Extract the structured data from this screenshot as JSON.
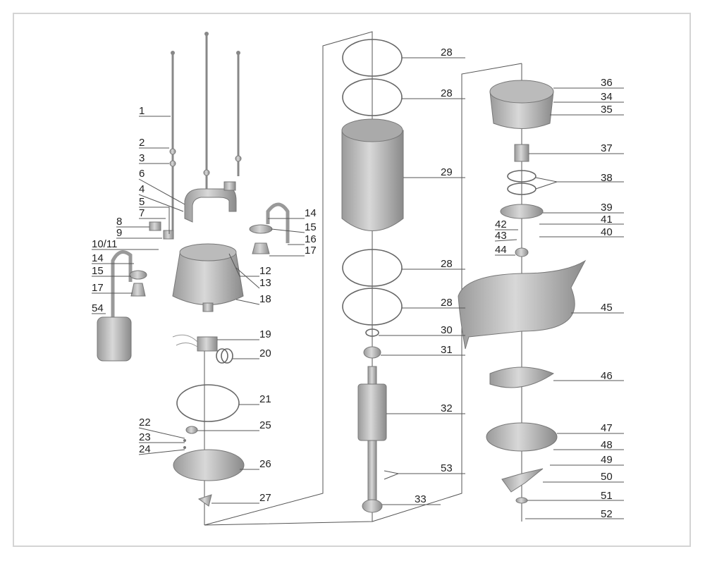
{
  "diagram": {
    "type": "exploded parts diagram",
    "labels": [
      "1",
      "2",
      "3",
      "6",
      "4",
      "5",
      "7",
      "8",
      "9",
      "10/11",
      "14",
      "15",
      "17",
      "54",
      "12",
      "13",
      "18",
      "14",
      "15",
      "16",
      "17",
      "19",
      "20",
      "21",
      "22",
      "23",
      "24",
      "25",
      "26",
      "27",
      "28",
      "28",
      "29",
      "28",
      "28",
      "30",
      "31",
      "32",
      "53",
      "33",
      "36",
      "34",
      "35",
      "37",
      "38",
      "39",
      "42",
      "41",
      "43",
      "40",
      "44",
      "45",
      "46",
      "47",
      "48",
      "49",
      "50",
      "51",
      "52"
    ]
  }
}
